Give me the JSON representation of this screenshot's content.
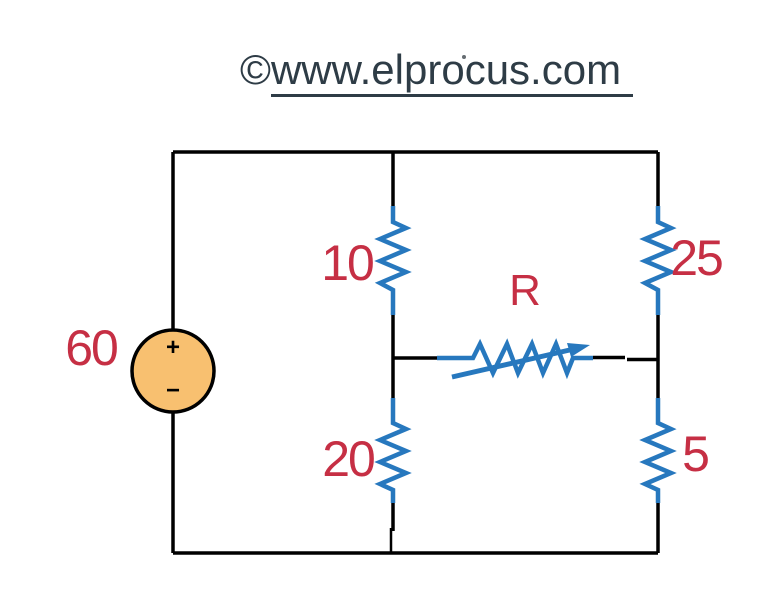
{
  "watermark": {
    "copyright": "©",
    "link_text": "www.elprocus.com"
  },
  "colors": {
    "wire": "#000000",
    "resistor": "#2778be",
    "label": "#c62f44",
    "source_fill": "#f8c070",
    "title": "#2e3c46"
  },
  "circuit": {
    "source": {
      "value": "60",
      "plus": "+",
      "minus": "−"
    },
    "resistors": {
      "top_left": "10",
      "top_right": "25",
      "bottom_left": "20",
      "bottom_right": "5",
      "bridge": "R"
    }
  }
}
